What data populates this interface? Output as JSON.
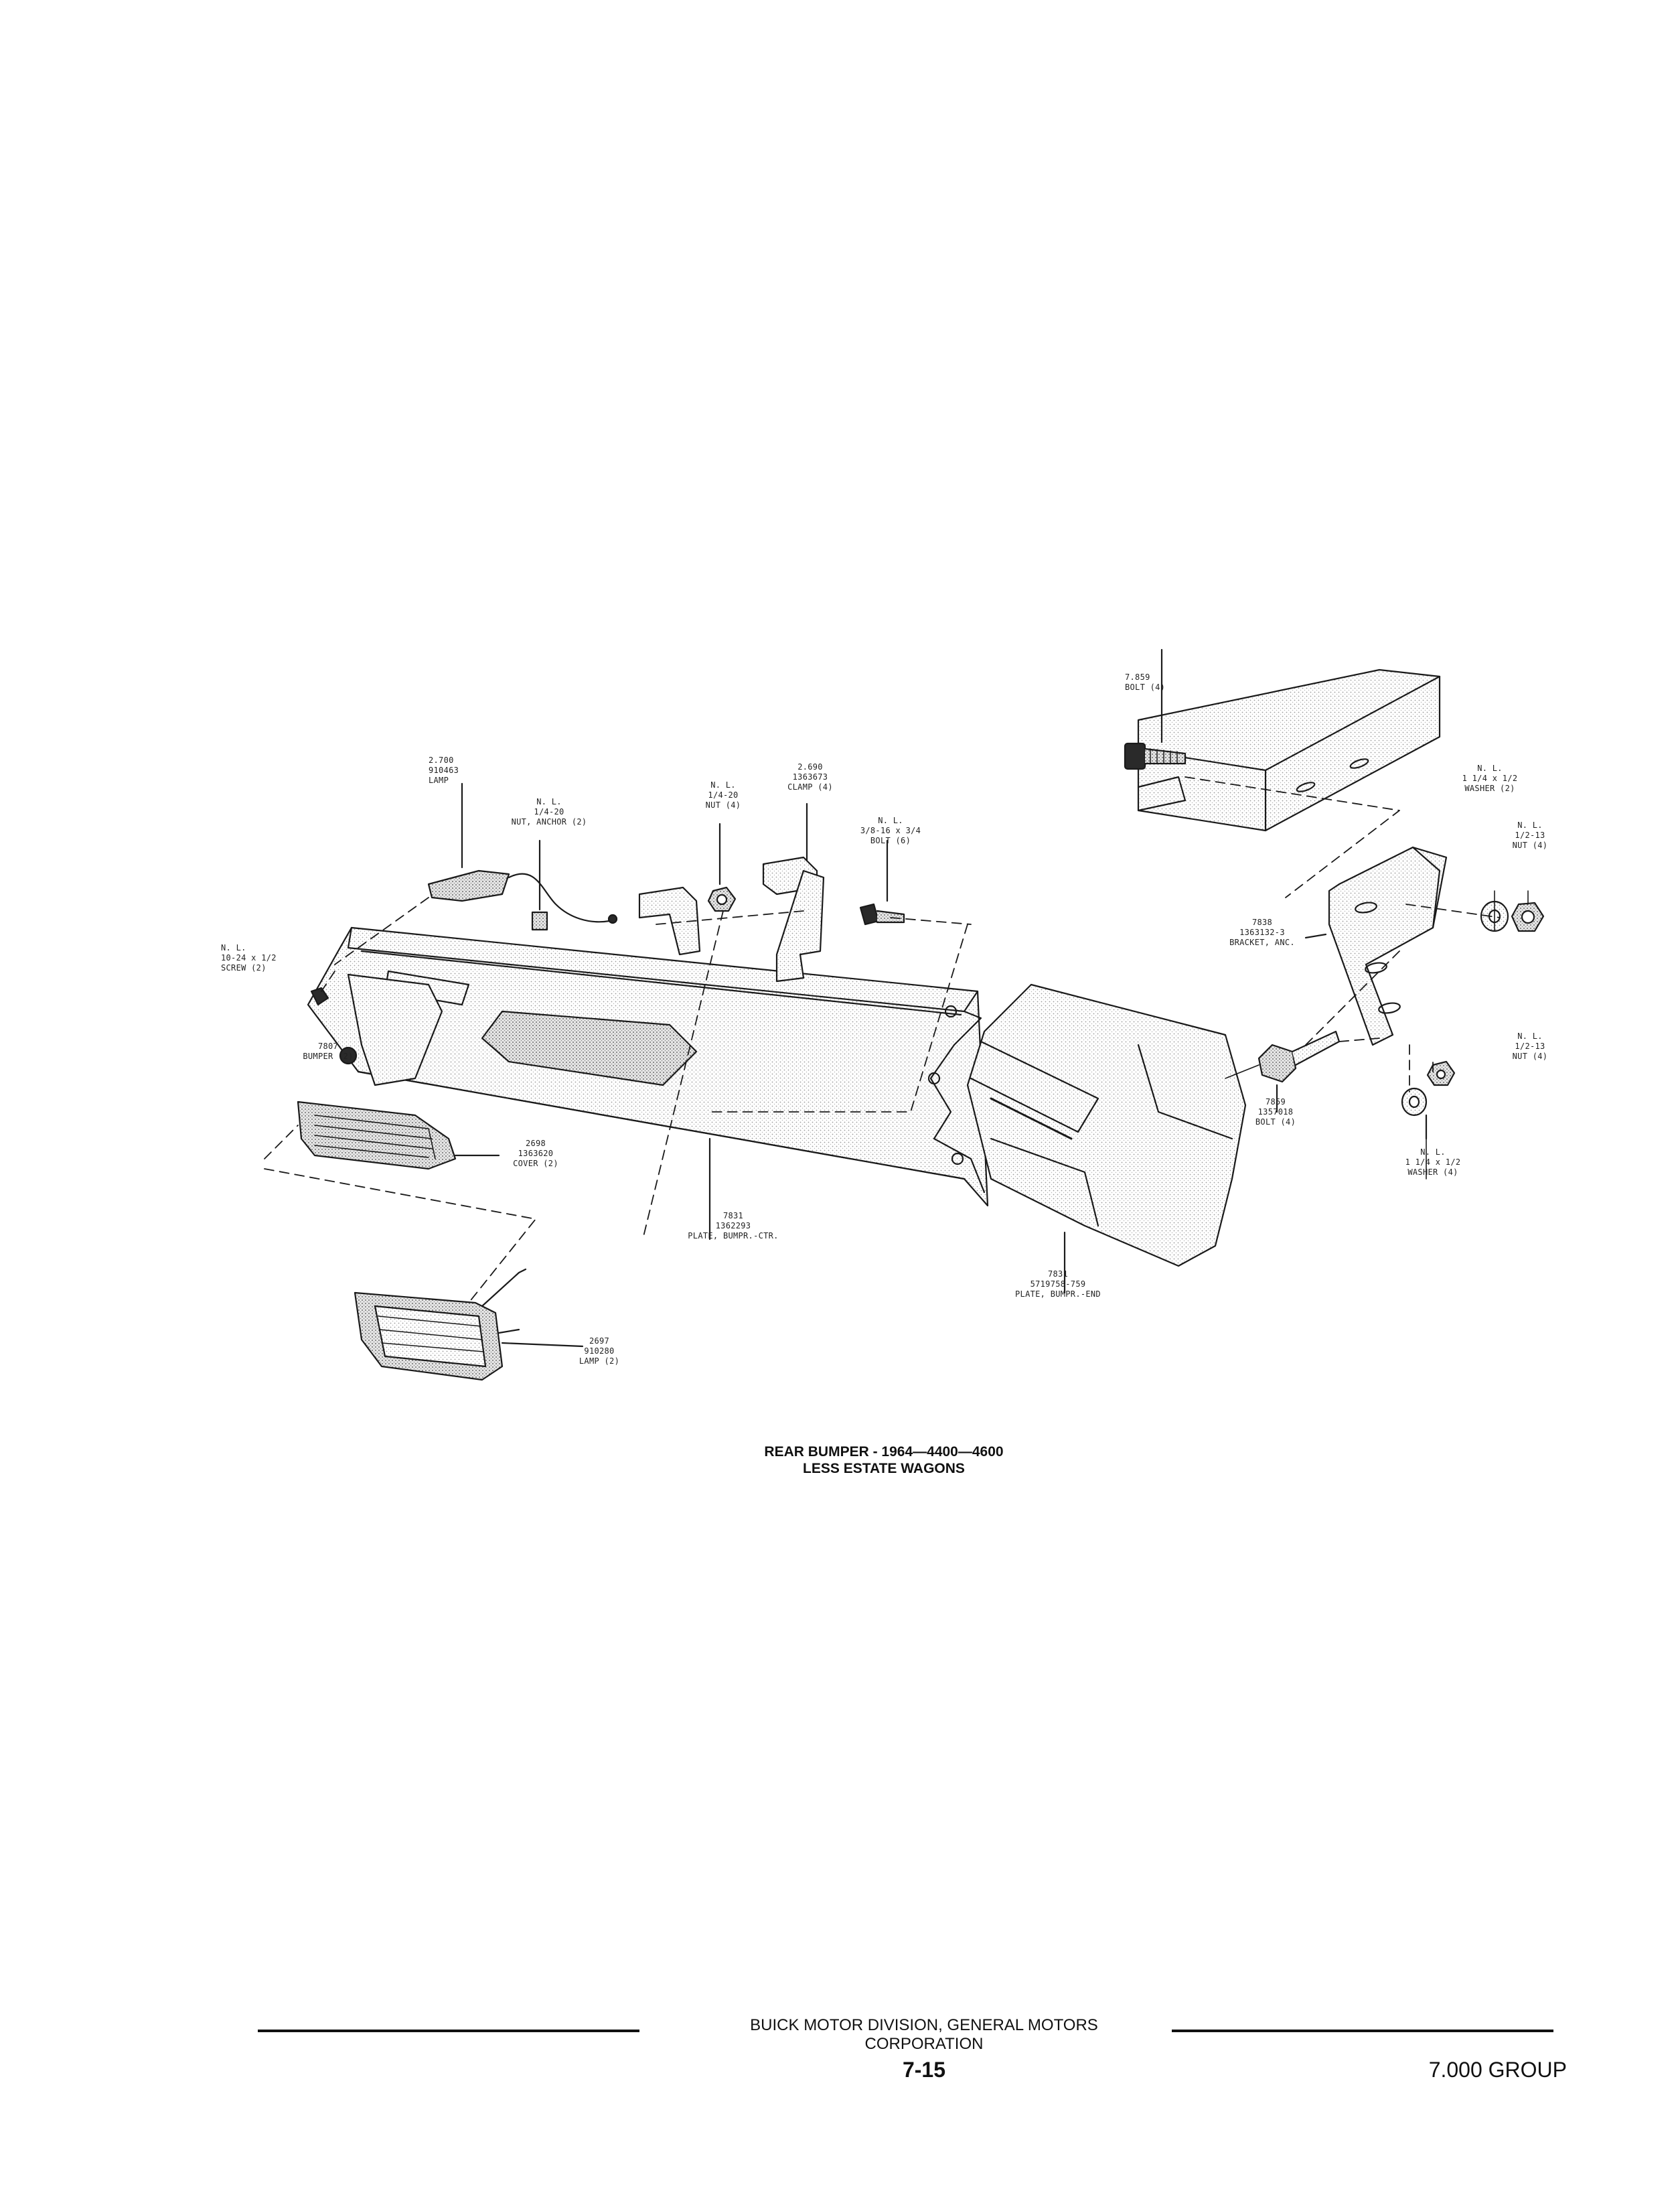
{
  "diagram": {
    "callouts": [
      {
        "id": "bolt-7859-top",
        "lines": [
          "7.859",
          "BOLT (4)"
        ]
      },
      {
        "id": "lamp-2700",
        "lines": [
          "2.700",
          "910463",
          "LAMP"
        ]
      },
      {
        "id": "nut-anchor",
        "lines": [
          "N. L.",
          "1/4-20",
          "NUT, ANCHOR (2)"
        ]
      },
      {
        "id": "nut-1-4-20",
        "lines": [
          "N. L.",
          "1/4-20",
          "NUT (4)"
        ]
      },
      {
        "id": "clamp-2690",
        "lines": [
          "2.690",
          "1363673",
          "CLAMP (4)"
        ]
      },
      {
        "id": "bolt-3-8",
        "lines": [
          "N. L.",
          "3/8-16 x 3/4",
          "BOLT (6)"
        ]
      },
      {
        "id": "washer-top",
        "lines": [
          "N. L.",
          "1 1/4 x 1/2",
          "WASHER (2)"
        ]
      },
      {
        "id": "nut-1-2-13-top",
        "lines": [
          "N. L.",
          "1/2-13",
          "NUT (4)"
        ]
      },
      {
        "id": "bracket-7838",
        "lines": [
          "7838",
          "1363132-3",
          "BRACKET, ANC."
        ]
      },
      {
        "id": "screw-10-24",
        "lines": [
          "N. L.",
          "10-24 x 1/2",
          "SCREW (2)"
        ]
      },
      {
        "id": "bumper-7807",
        "lines": [
          "7807",
          "BUMPER (2)"
        ]
      },
      {
        "id": "nut-1-2-13-bottom",
        "lines": [
          "N. L.",
          "1/2-13",
          "NUT (4)"
        ]
      },
      {
        "id": "bolt-7859-bottom",
        "lines": [
          "7859",
          "1357018",
          "BOLT (4)"
        ]
      },
      {
        "id": "cover-2698",
        "lines": [
          "2698",
          "1363620",
          "COVER (2)"
        ]
      },
      {
        "id": "washer-bottom",
        "lines": [
          "N. L.",
          "1 1/4 x 1/2",
          "WASHER (4)"
        ]
      },
      {
        "id": "plate-center",
        "lines": [
          "7831",
          "1362293",
          "PLATE, BUMPR.-CTR."
        ]
      },
      {
        "id": "plate-end",
        "lines": [
          "7831",
          "5719758-759",
          "PLATE, BUMPR.-END"
        ]
      },
      {
        "id": "lamp-2697",
        "lines": [
          "2697",
          "910280",
          "LAMP (2)"
        ]
      }
    ],
    "caption": [
      "REAR BUMPER - 1964—4400—4600",
      "LESS ESTATE WAGONS"
    ]
  },
  "footer": {
    "company": "BUICK MOTOR DIVISION, GENERAL MOTORS CORPORATION",
    "page": "7-15",
    "group": "7.000 GROUP"
  },
  "colors": {
    "ink": "#1a1a1a",
    "paper": "#ffffff",
    "shade": "#cfcfcf"
  }
}
